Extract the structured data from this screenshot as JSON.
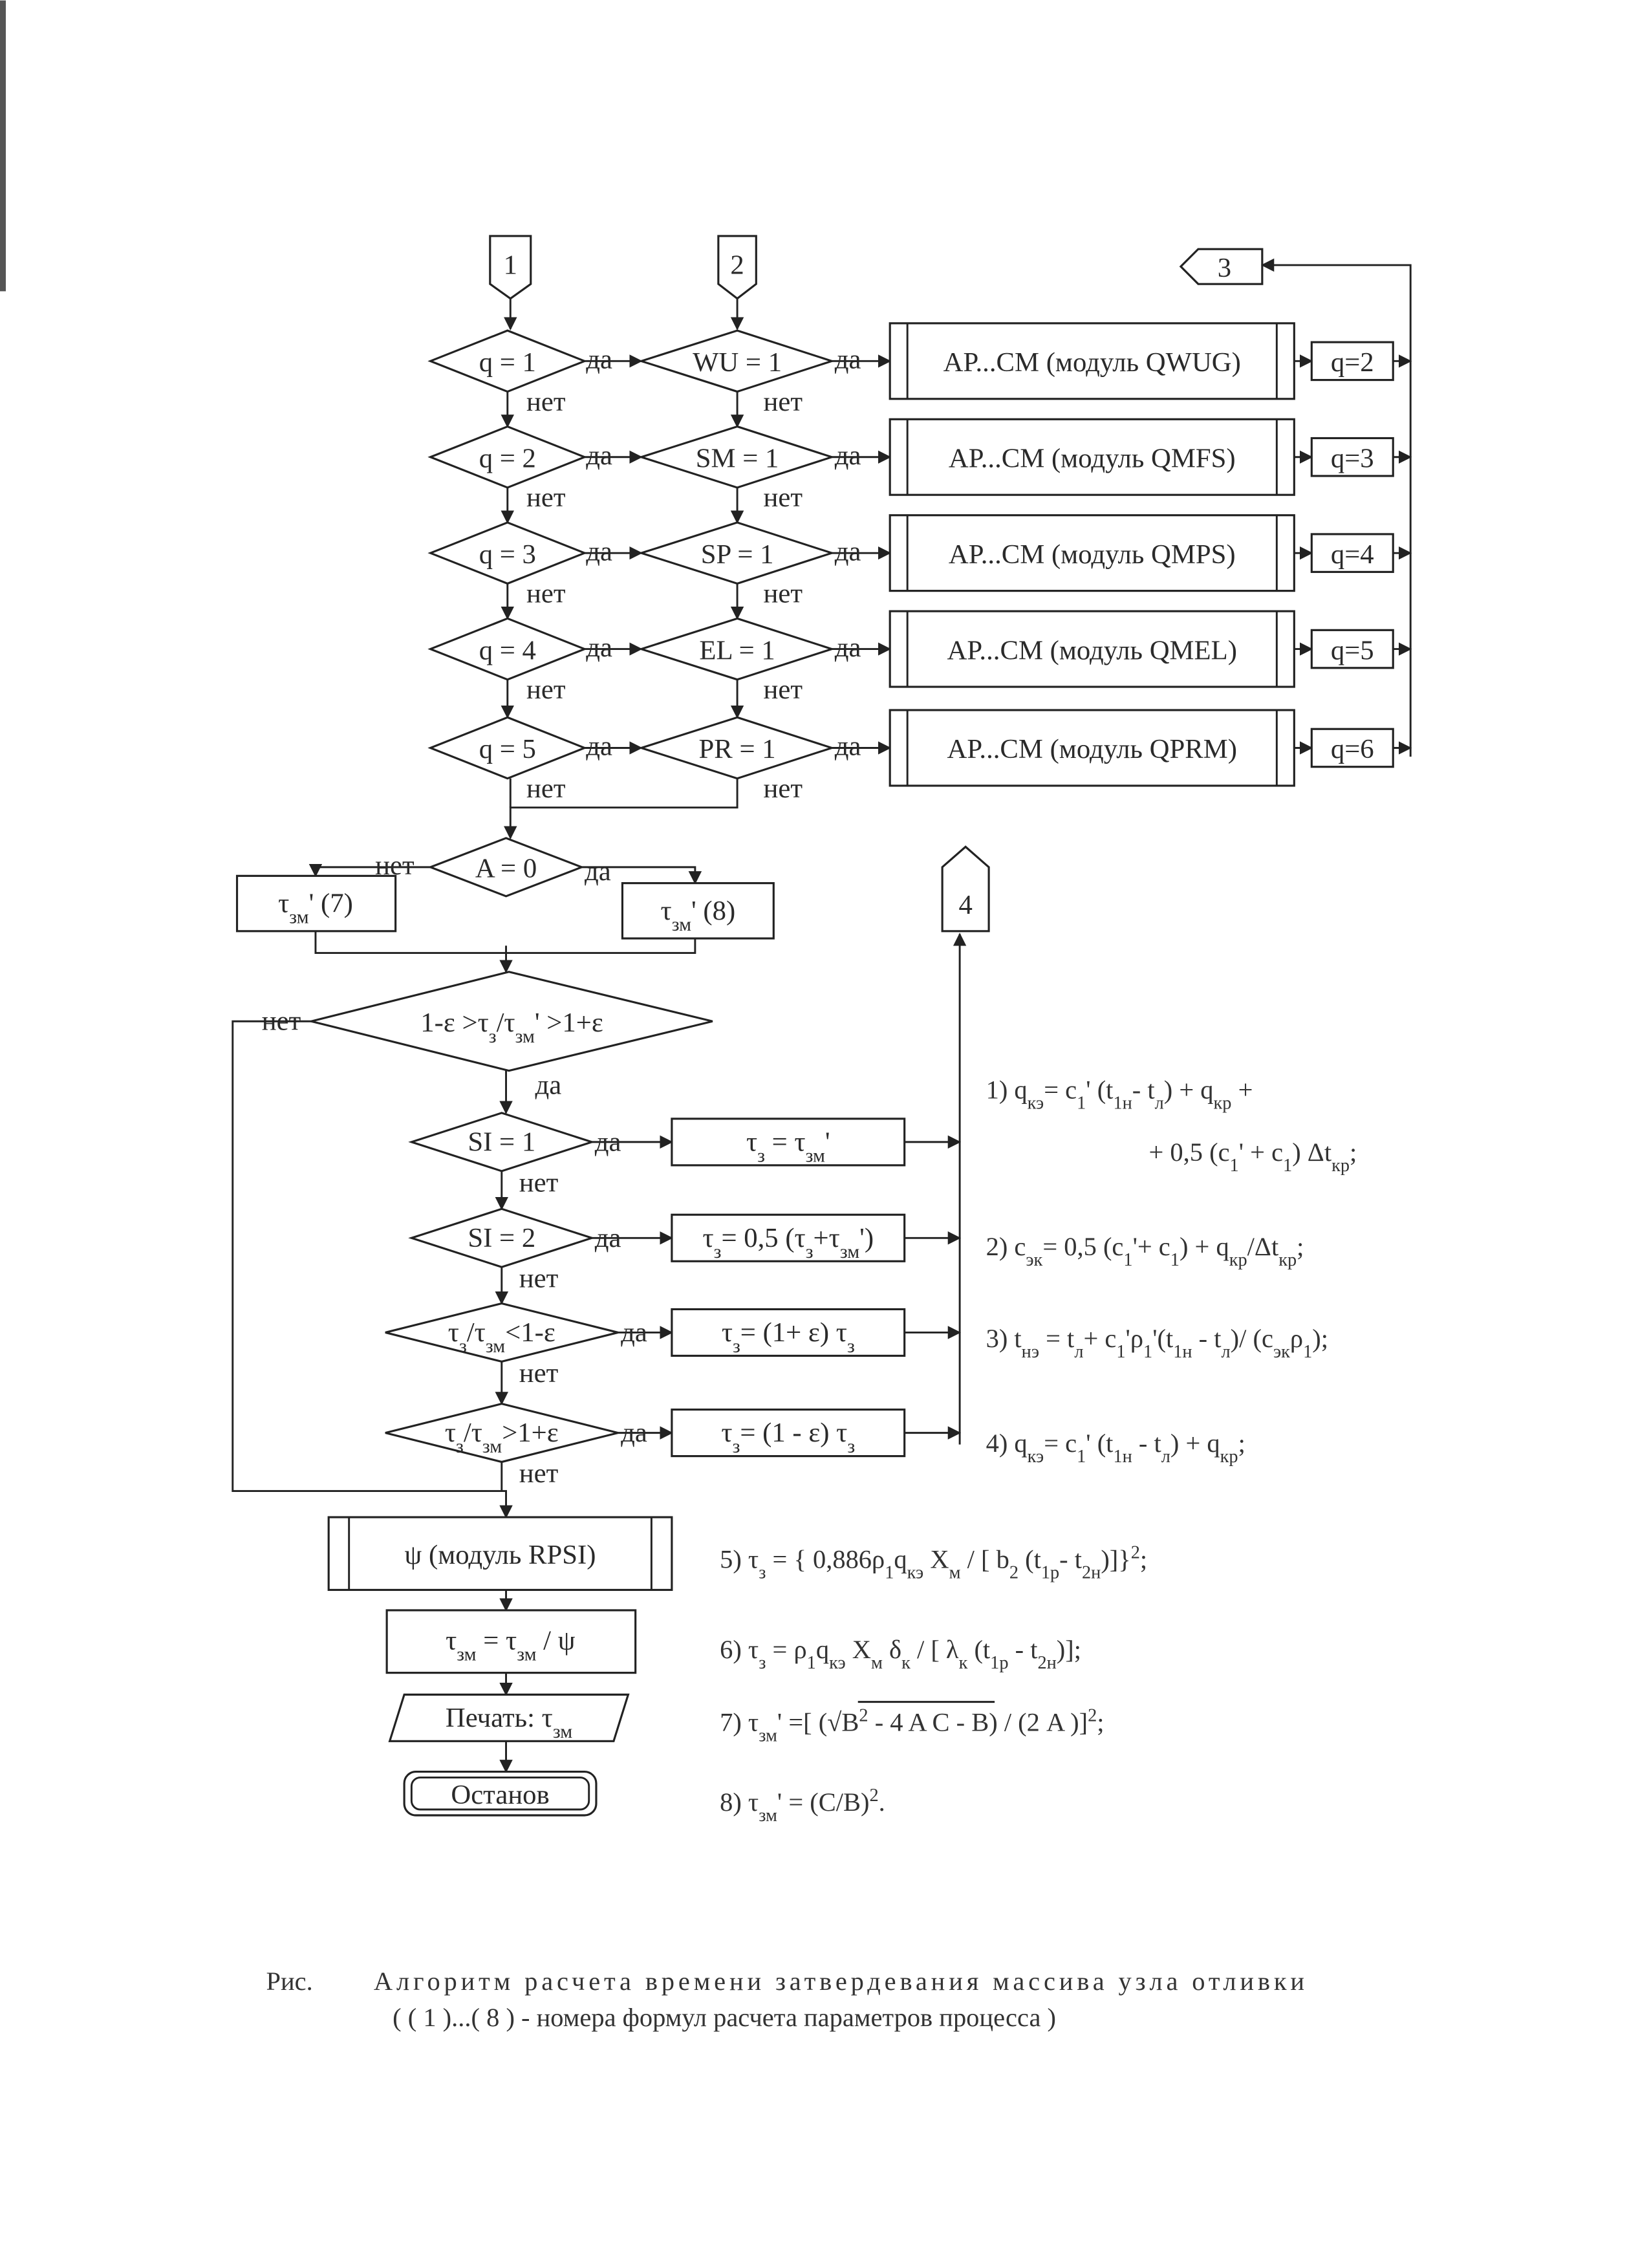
{
  "connectors": {
    "c1": "1",
    "c2": "2",
    "c3": "3",
    "c4": "4"
  },
  "labels": {
    "yes": "да",
    "no": "нет"
  },
  "q_checks": [
    "q = 1",
    "q = 2",
    "q = 3",
    "q = 4",
    "q = 5"
  ],
  "flag_checks": [
    "WU = 1",
    "SM = 1",
    "SP = 1",
    "EL = 1",
    "PR = 1"
  ],
  "modules": [
    "AP...CM (модуль QWUG)",
    "AP...CM (модуль QMFS)",
    "AP...CM (модуль QMPS)",
    "AP...CM (модуль QMEL)",
    "AP...CM (модуль QPRM)"
  ],
  "q_assign": [
    "q=2",
    "q=3",
    "q=4",
    "q=5",
    "q=6"
  ],
  "a_check": "A = 0",
  "tau7": [
    [
      "τ",
      ""
    ],
    [
      "зм",
      "sub"
    ],
    [
      "' (7)",
      ""
    ]
  ],
  "tau8": [
    [
      "τ",
      ""
    ],
    [
      "зм",
      "sub"
    ],
    [
      "' (8)",
      ""
    ]
  ],
  "range_check": [
    [
      "1-ε >τ",
      ""
    ],
    [
      "з",
      "sub"
    ],
    [
      "/τ",
      ""
    ],
    [
      "зм",
      "sub"
    ],
    [
      "' >1+ε",
      ""
    ]
  ],
  "si_checks": [
    "SI = 1",
    "SI = 2"
  ],
  "ratio_low": [
    [
      "τ",
      ""
    ],
    [
      "з",
      "sub"
    ],
    [
      "/τ",
      ""
    ],
    [
      "зм",
      "sub"
    ],
    [
      "<1-ε",
      ""
    ]
  ],
  "ratio_high": [
    [
      "τ",
      ""
    ],
    [
      "з",
      "sub"
    ],
    [
      "/τ",
      ""
    ],
    [
      "зм",
      "sub"
    ],
    [
      ">1+ε",
      ""
    ]
  ],
  "assign1": [
    [
      "τ",
      ""
    ],
    [
      "з",
      "sub"
    ],
    [
      " = τ",
      ""
    ],
    [
      "зм",
      "sub"
    ],
    [
      "'",
      ""
    ]
  ],
  "assign2": [
    [
      "τ",
      ""
    ],
    [
      "з",
      "sub"
    ],
    [
      "= 0,5 (τ",
      ""
    ],
    [
      "з",
      "sub"
    ],
    [
      "+τ",
      ""
    ],
    [
      "зм",
      "sub"
    ],
    [
      "')",
      ""
    ]
  ],
  "assign3": [
    [
      "τ",
      ""
    ],
    [
      "з",
      "sub"
    ],
    [
      "= (1+ ε) τ",
      ""
    ],
    [
      "з",
      "sub"
    ]
  ],
  "assign4": [
    [
      "τ",
      ""
    ],
    [
      "з",
      "sub"
    ],
    [
      "= (1 - ε) τ",
      ""
    ],
    [
      "з",
      "sub"
    ]
  ],
  "rpsi": "ψ (модуль RPSI)",
  "normalize": [
    [
      "τ",
      ""
    ],
    [
      "зм",
      "sub"
    ],
    [
      " = τ",
      ""
    ],
    [
      "зм",
      "sub"
    ],
    [
      " / ψ",
      ""
    ]
  ],
  "print": [
    [
      "Печать:  τ",
      ""
    ],
    [
      "зм",
      "sub"
    ]
  ],
  "stop": "Останов",
  "formulas": {
    "f1a": [
      [
        "1) q",
        ""
      ],
      [
        "кэ",
        "sub"
      ],
      [
        "= c",
        ""
      ],
      [
        "1",
        "sub"
      ],
      [
        "' (t",
        ""
      ],
      [
        "1н",
        "sub"
      ],
      [
        "- t",
        ""
      ],
      [
        "л",
        "sub"
      ],
      [
        ") + q",
        ""
      ],
      [
        "кр",
        "sub"
      ],
      [
        " +",
        ""
      ]
    ],
    "f1b": [
      [
        "+ 0,5 (c",
        ""
      ],
      [
        "1",
        "sub"
      ],
      [
        "' + c",
        ""
      ],
      [
        "1",
        "sub"
      ],
      [
        ") Δt",
        ""
      ],
      [
        "кр",
        "sub"
      ],
      [
        ";",
        ""
      ]
    ],
    "f2": [
      [
        "2) c",
        ""
      ],
      [
        "эк",
        "sub"
      ],
      [
        "= 0,5 (c",
        ""
      ],
      [
        "1",
        "sub"
      ],
      [
        "'+ c",
        ""
      ],
      [
        "1",
        "sub"
      ],
      [
        ") + q",
        ""
      ],
      [
        "кр",
        "sub"
      ],
      [
        "/Δt",
        ""
      ],
      [
        "кр",
        "sub"
      ],
      [
        ";",
        ""
      ]
    ],
    "f3": [
      [
        "3) t",
        ""
      ],
      [
        "нэ",
        "sub"
      ],
      [
        " = t",
        ""
      ],
      [
        "л",
        "sub"
      ],
      [
        "+ c",
        ""
      ],
      [
        "1",
        "sub"
      ],
      [
        "'ρ",
        ""
      ],
      [
        "1",
        "sub"
      ],
      [
        "'(t",
        ""
      ],
      [
        "1н",
        "sub"
      ],
      [
        " - t",
        ""
      ],
      [
        "л",
        "sub"
      ],
      [
        ")/ (c",
        ""
      ],
      [
        "эк",
        "sub"
      ],
      [
        "ρ",
        ""
      ],
      [
        "1",
        "sub"
      ],
      [
        ");",
        ""
      ]
    ],
    "f4": [
      [
        "4) q",
        ""
      ],
      [
        "кэ",
        "sub"
      ],
      [
        "= c",
        ""
      ],
      [
        "1",
        "sub"
      ],
      [
        "' (t",
        ""
      ],
      [
        "1н",
        "sub"
      ],
      [
        " - t",
        ""
      ],
      [
        "л",
        "sub"
      ],
      [
        ") + q",
        ""
      ],
      [
        "кр",
        "sub"
      ],
      [
        ";",
        ""
      ]
    ],
    "f5": [
      [
        "5)  τ",
        ""
      ],
      [
        "з",
        "sub"
      ],
      [
        " = { 0,886ρ",
        ""
      ],
      [
        "1",
        "sub"
      ],
      [
        "q",
        ""
      ],
      [
        "кэ",
        "sub"
      ],
      [
        " X",
        ""
      ],
      [
        "м",
        "sub"
      ],
      [
        " / [ b",
        ""
      ],
      [
        "2",
        "sub"
      ],
      [
        " (t",
        ""
      ],
      [
        "1р",
        "sub"
      ],
      [
        "- t",
        ""
      ],
      [
        "2н",
        "sub"
      ],
      [
        ")]}",
        ""
      ],
      [
        "2",
        "sup"
      ],
      [
        ";",
        ""
      ]
    ],
    "f6": [
      [
        "6)  τ",
        ""
      ],
      [
        "з",
        "sub"
      ],
      [
        " = ρ",
        ""
      ],
      [
        "1",
        "sub"
      ],
      [
        "q",
        ""
      ],
      [
        "кэ",
        "sub"
      ],
      [
        " X",
        ""
      ],
      [
        "м",
        "sub"
      ],
      [
        " δ",
        ""
      ],
      [
        "к",
        "sub"
      ],
      [
        " / [ λ",
        ""
      ],
      [
        "к",
        "sub"
      ],
      [
        " (t",
        ""
      ],
      [
        "1р",
        "sub"
      ],
      [
        " - t",
        ""
      ],
      [
        "2н",
        "sub"
      ],
      [
        ")];",
        ""
      ]
    ],
    "f7": [
      [
        "7)  τ",
        ""
      ],
      [
        "зм",
        "sub"
      ],
      [
        "' =[ (√B",
        ""
      ],
      [
        "2",
        "sup"
      ],
      [
        " - 4 A C  - B) / (2 A )]",
        ""
      ],
      [
        "2",
        "sup"
      ],
      [
        ";",
        ""
      ]
    ],
    "f8": [
      [
        "8)  τ",
        ""
      ],
      [
        "зм",
        "sub"
      ],
      [
        "' = (C/B)",
        ""
      ],
      [
        "2",
        "sup"
      ],
      [
        ".",
        ""
      ]
    ]
  },
  "caption": {
    "prefix": "Рис.",
    "line1": "Алгоритм расчета времени затвердевания массива узла отливки",
    "line2": "( ( 1 )...( 8 ) - номера формул расчета параметров процесса )"
  }
}
